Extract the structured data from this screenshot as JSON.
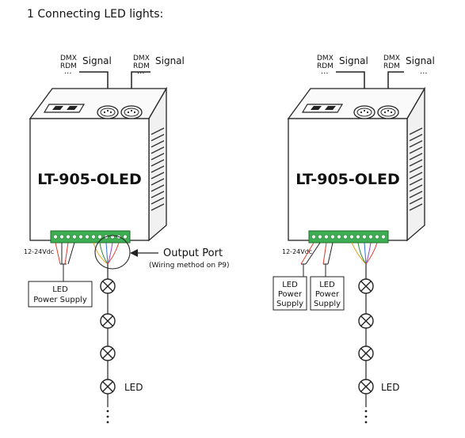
{
  "section_heading": "1 Connecting LED lights:",
  "signal_label": "Signal",
  "dmx_label": "DMX",
  "rdm_label": "RDM",
  "device_model": "LT-905-OLED",
  "voltage_label": "12-24Vdc",
  "output_port_label": "Output Port",
  "wiring_note": "(Wiring method on P9)",
  "single_psu_label": [
    "LED",
    "Power Supply"
  ],
  "dual_psu_label": [
    "LED",
    "Power",
    "Supply"
  ],
  "led_label": "LED",
  "wire_colors": [
    "#e03a2a",
    "#e3a21f",
    "#2f8f3a",
    "#2c6fd1",
    "#8a4ad0"
  ],
  "terminal_color": "#3daf52"
}
